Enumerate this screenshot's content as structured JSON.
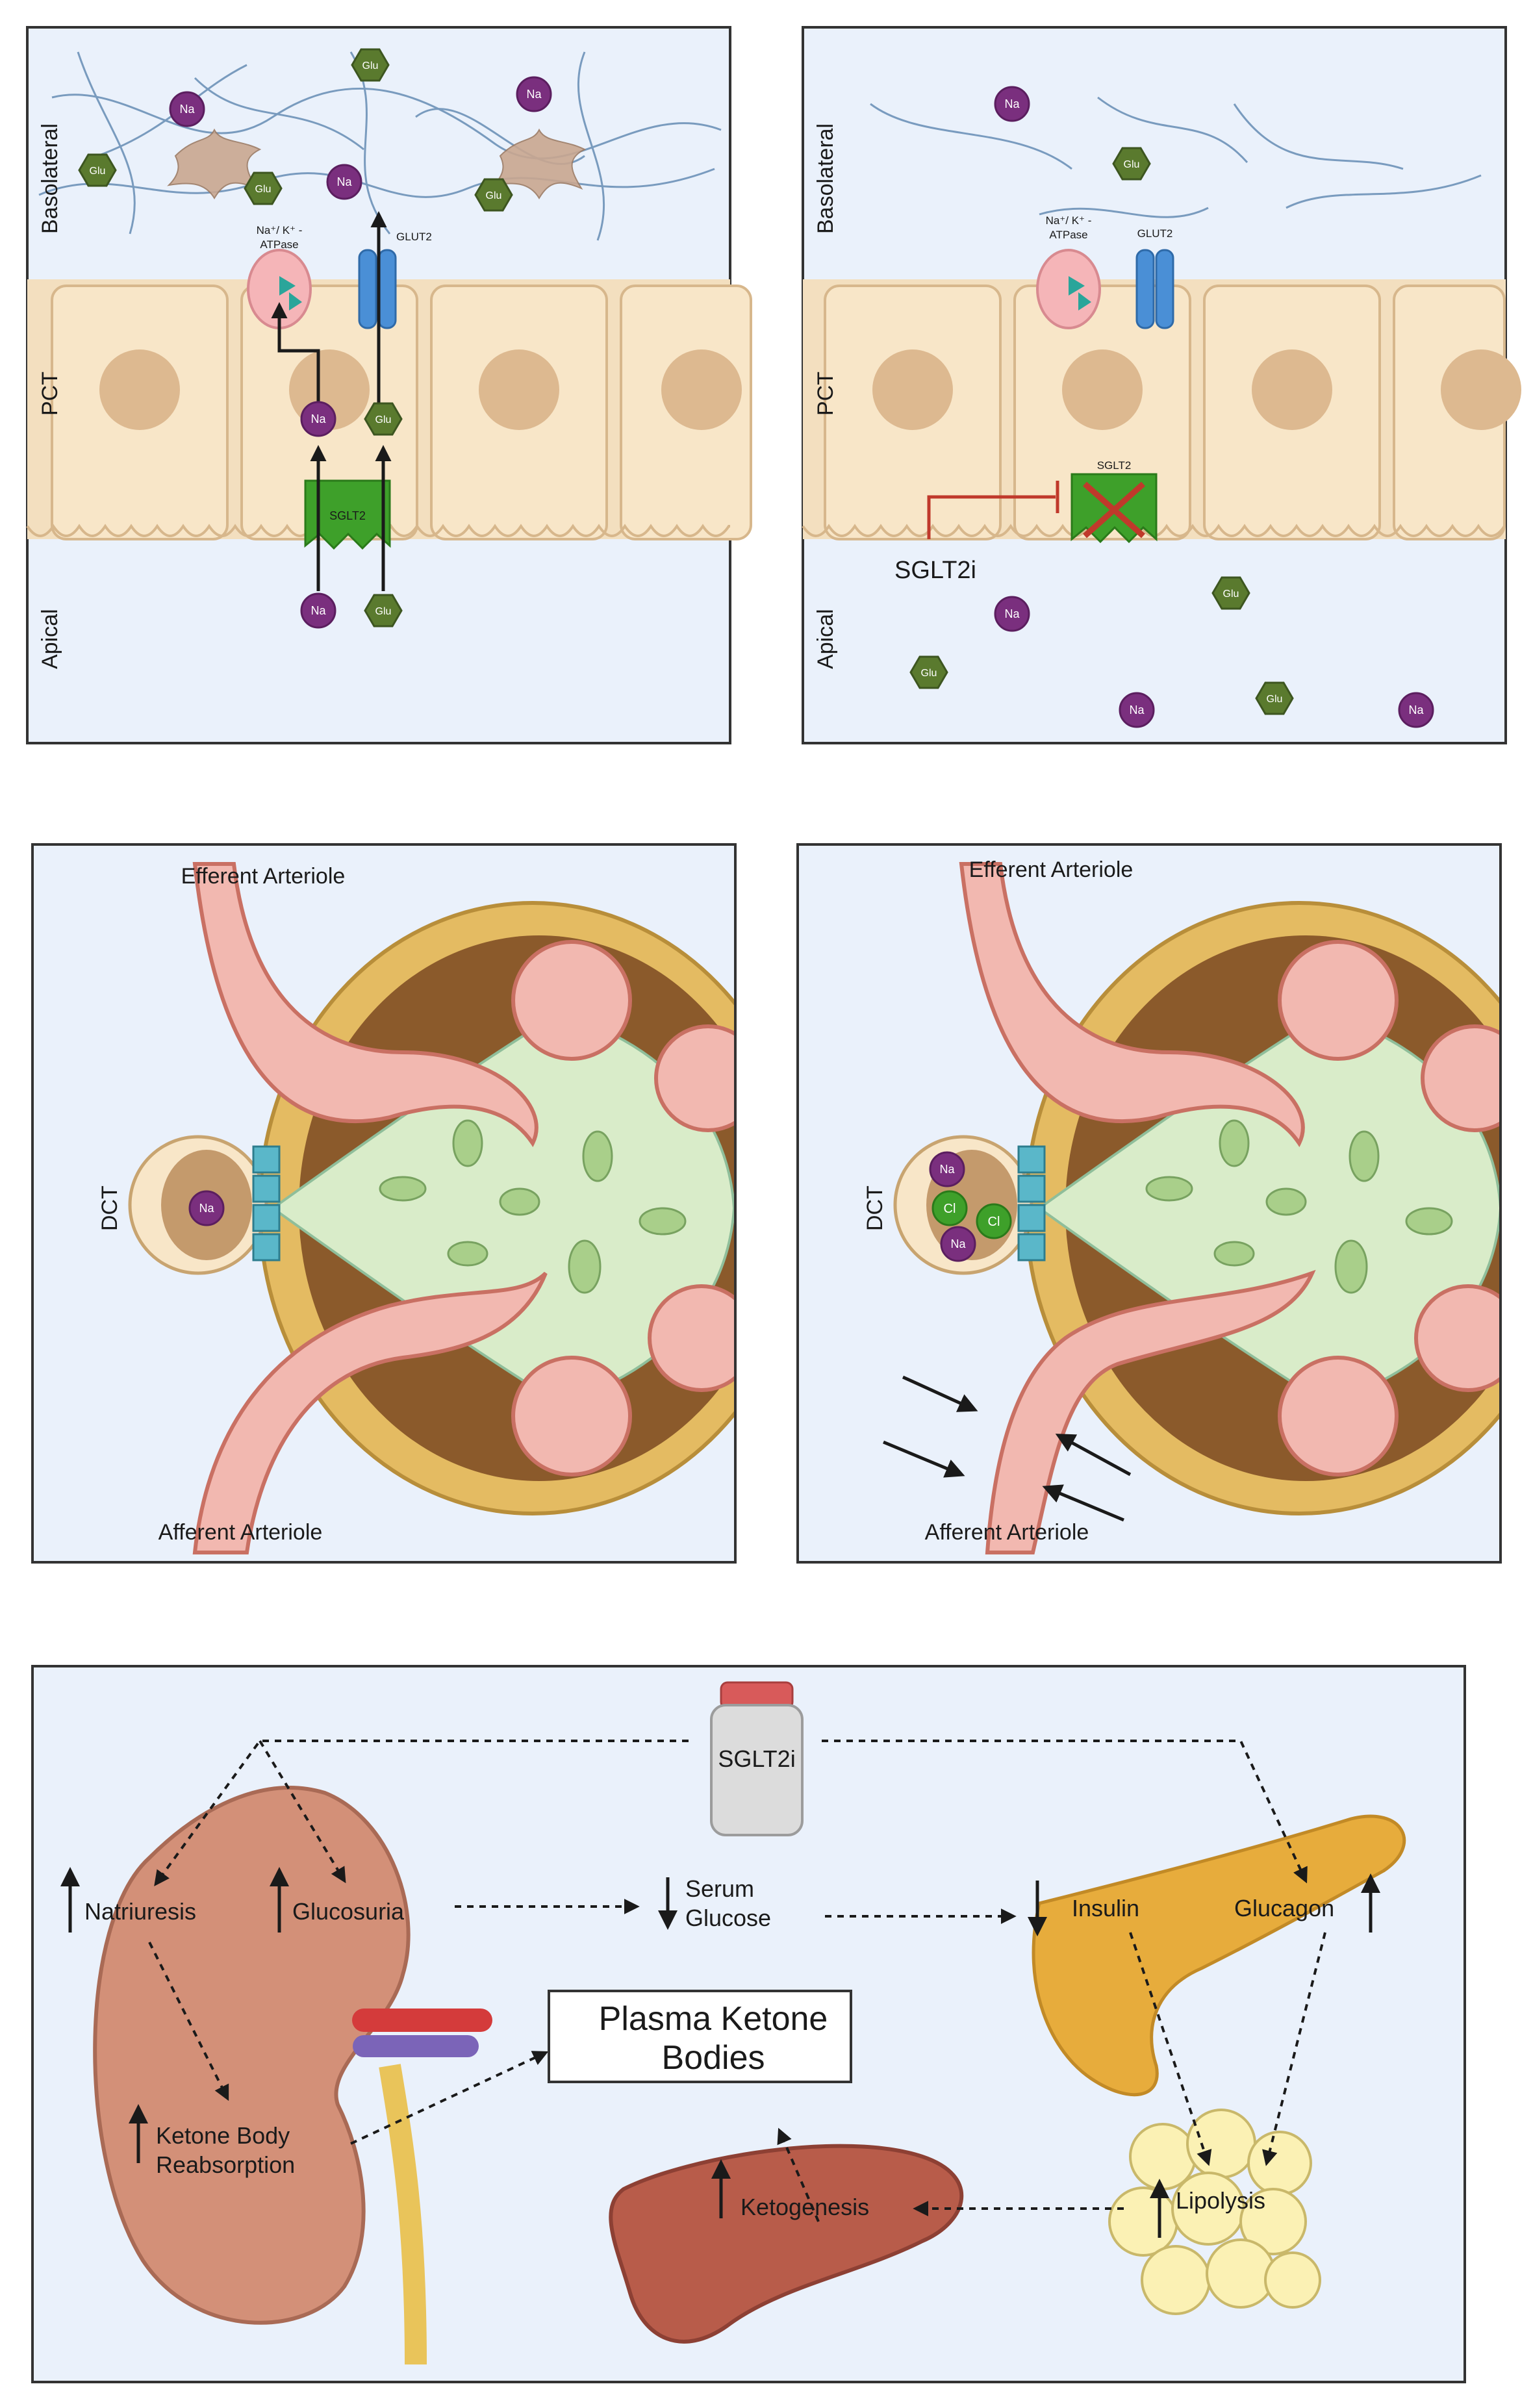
{
  "panel_top_left": {
    "side_basolateral": "Basolateral",
    "side_pct": "PCT",
    "side_apical": "Apical",
    "pump_label_line1": "Na⁺/ K⁺ -",
    "pump_label_line2": "ATPase",
    "glut2_label": "GLUT2",
    "sglt2_label": "SGLT2",
    "na": "Na",
    "glu": "Glu"
  },
  "panel_top_right": {
    "side_basolateral": "Basolateral",
    "side_pct": "PCT",
    "side_apical": "Apical",
    "pump_label_line1": "Na⁺/ K⁺ -",
    "pump_label_line2": "ATPase",
    "glut2_label": "GLUT2",
    "sglt2_label": "SGLT2",
    "inhibitor_label": "SGLT2i",
    "na": "Na",
    "glu": "Glu"
  },
  "panel_mid_left": {
    "efferent": "Efferent Arteriole",
    "afferent": "Afferent Arteriole",
    "dct": "DCT",
    "na": "Na"
  },
  "panel_mid_right": {
    "efferent": "Efferent Arteriole",
    "afferent": "Afferent Arteriole",
    "dct": "DCT",
    "na": "Na",
    "cl": "Cl"
  },
  "panel_bottom": {
    "drug": "SGLT2i",
    "natriuresis": "Natriuresis",
    "glucosuria": "Glucosuria",
    "serum_line1": "Serum",
    "serum_line2": "Glucose",
    "insulin": "Insulin",
    "glucagon": "Glucagon",
    "ketone_box_line1": "Plasma Ketone",
    "ketone_box_line2": "Bodies",
    "reabs_line1": "Ketone Body",
    "reabs_line2": "Reabsorption",
    "ketogenesis": "Ketogenesis",
    "lipolysis": "Lipolysis"
  },
  "colors": {
    "panel_bg": "#eaf1fb",
    "cell": "#f8e6c8",
    "nucleus": "#ddb990",
    "sglt2": "#3ea02a",
    "glut2": "#4a8fd6",
    "pump": "#f5b5b8",
    "na_ion": "#7a2f7e",
    "glu": "#5a7a2e",
    "kidney": "#d39078",
    "liver": "#b85c4a",
    "pancreas": "#e7ac3c",
    "fat": "#fbf1b4"
  }
}
